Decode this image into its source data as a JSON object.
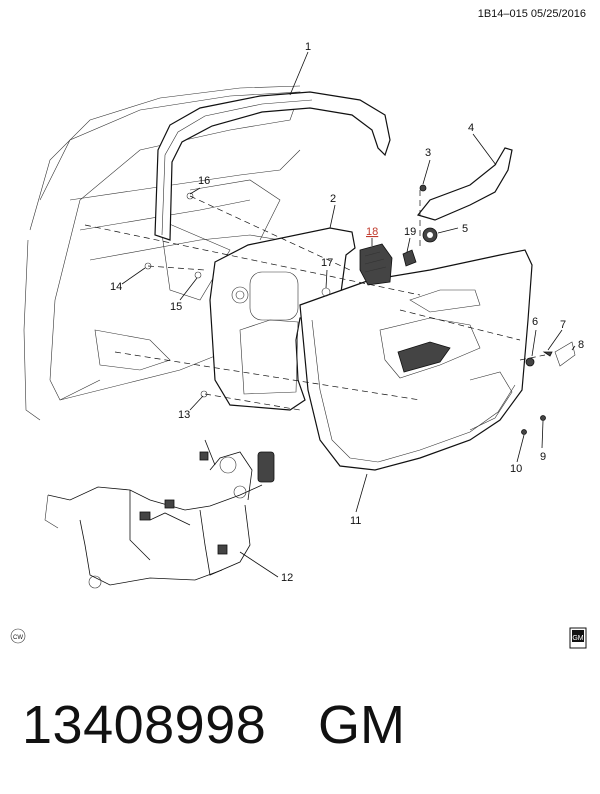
{
  "header": {
    "code_date": "1B14–015  05/25/2016"
  },
  "callouts": [
    "1",
    "2",
    "3",
    "4",
    "5",
    "6",
    "7",
    "8",
    "9",
    "10",
    "11",
    "12",
    "13",
    "14",
    "15",
    "16",
    "17",
    "18",
    "19"
  ],
  "footer": {
    "part_number": "13408998",
    "brand": "GM"
  },
  "marks": {
    "cw": "CW",
    "gm_logo": "GM"
  },
  "colors": {
    "highlight_callout": "#c0392b",
    "line": "#111111"
  }
}
